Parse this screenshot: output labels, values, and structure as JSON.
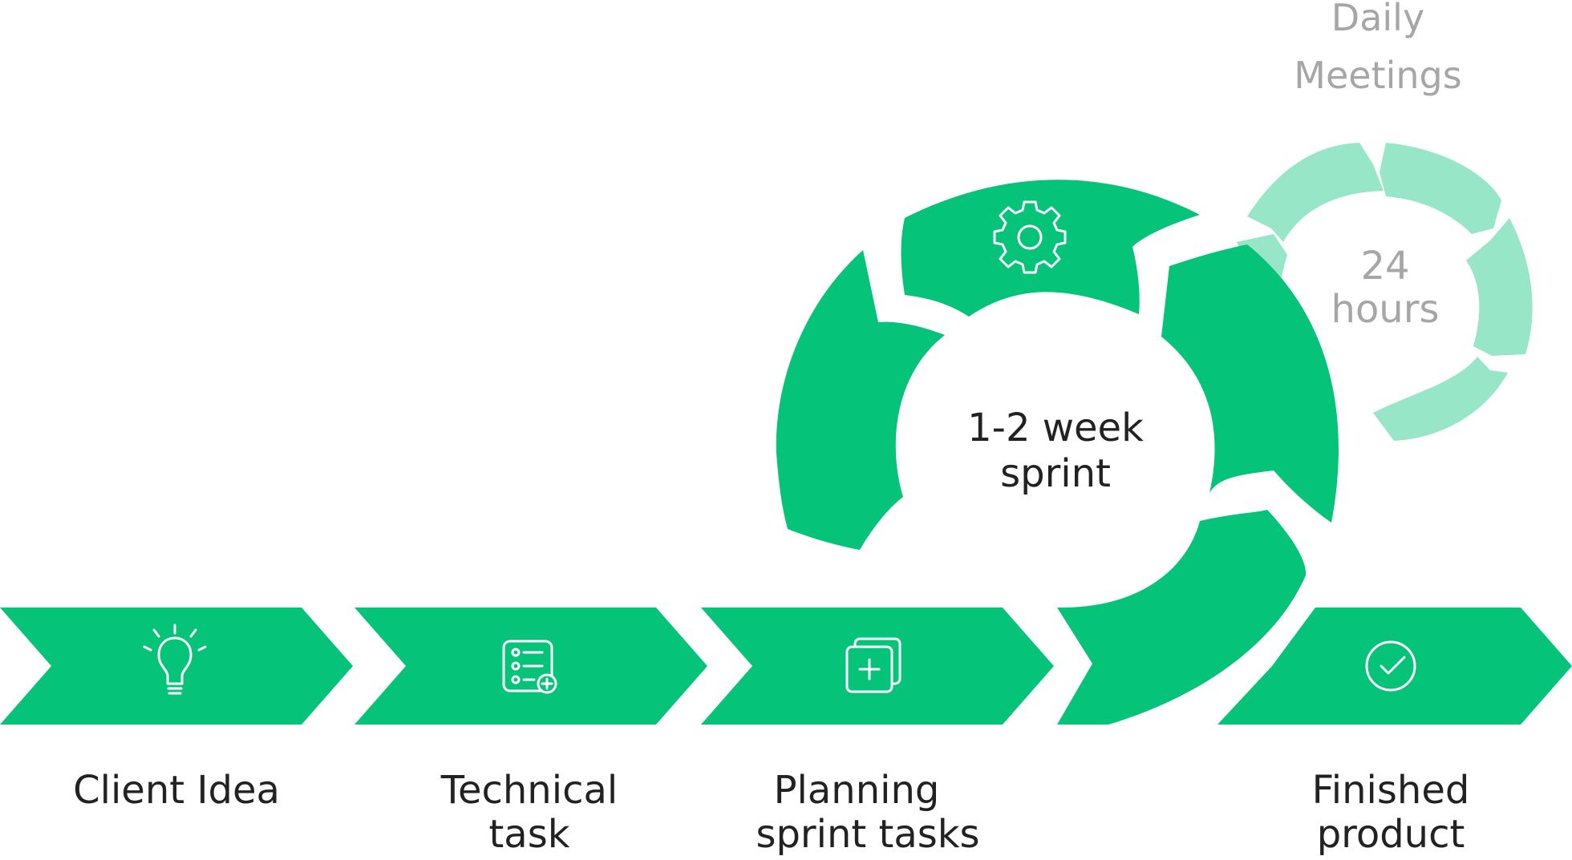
{
  "colors": {
    "primary_green": "#05C378",
    "light_green": "#98E6C8",
    "dark_text": "#222222",
    "grey_text": "#A6A6A6",
    "icon_stroke": "#FFFFFF",
    "background": "#FFFFFF"
  },
  "daily_cycle": {
    "title_line1": "Daily",
    "title_line2": "Meetings",
    "center_line1": "24",
    "center_line2": "hours"
  },
  "sprint_cycle": {
    "center_line1": "1-2 week",
    "center_line2": "sprint",
    "icon": "gear-icon"
  },
  "steps": [
    {
      "label_line1": "Client Idea",
      "label_line2": "",
      "icon": "lightbulb-icon"
    },
    {
      "label_line1": "Technical",
      "label_line2": "task",
      "icon": "checklist-add-icon"
    },
    {
      "label_line1": "Planning",
      "label_line2": "sprint tasks",
      "icon": "add-square-icon"
    },
    {
      "label_line1": "Finished",
      "label_line2": "product",
      "icon": "check-circle-icon"
    }
  ]
}
